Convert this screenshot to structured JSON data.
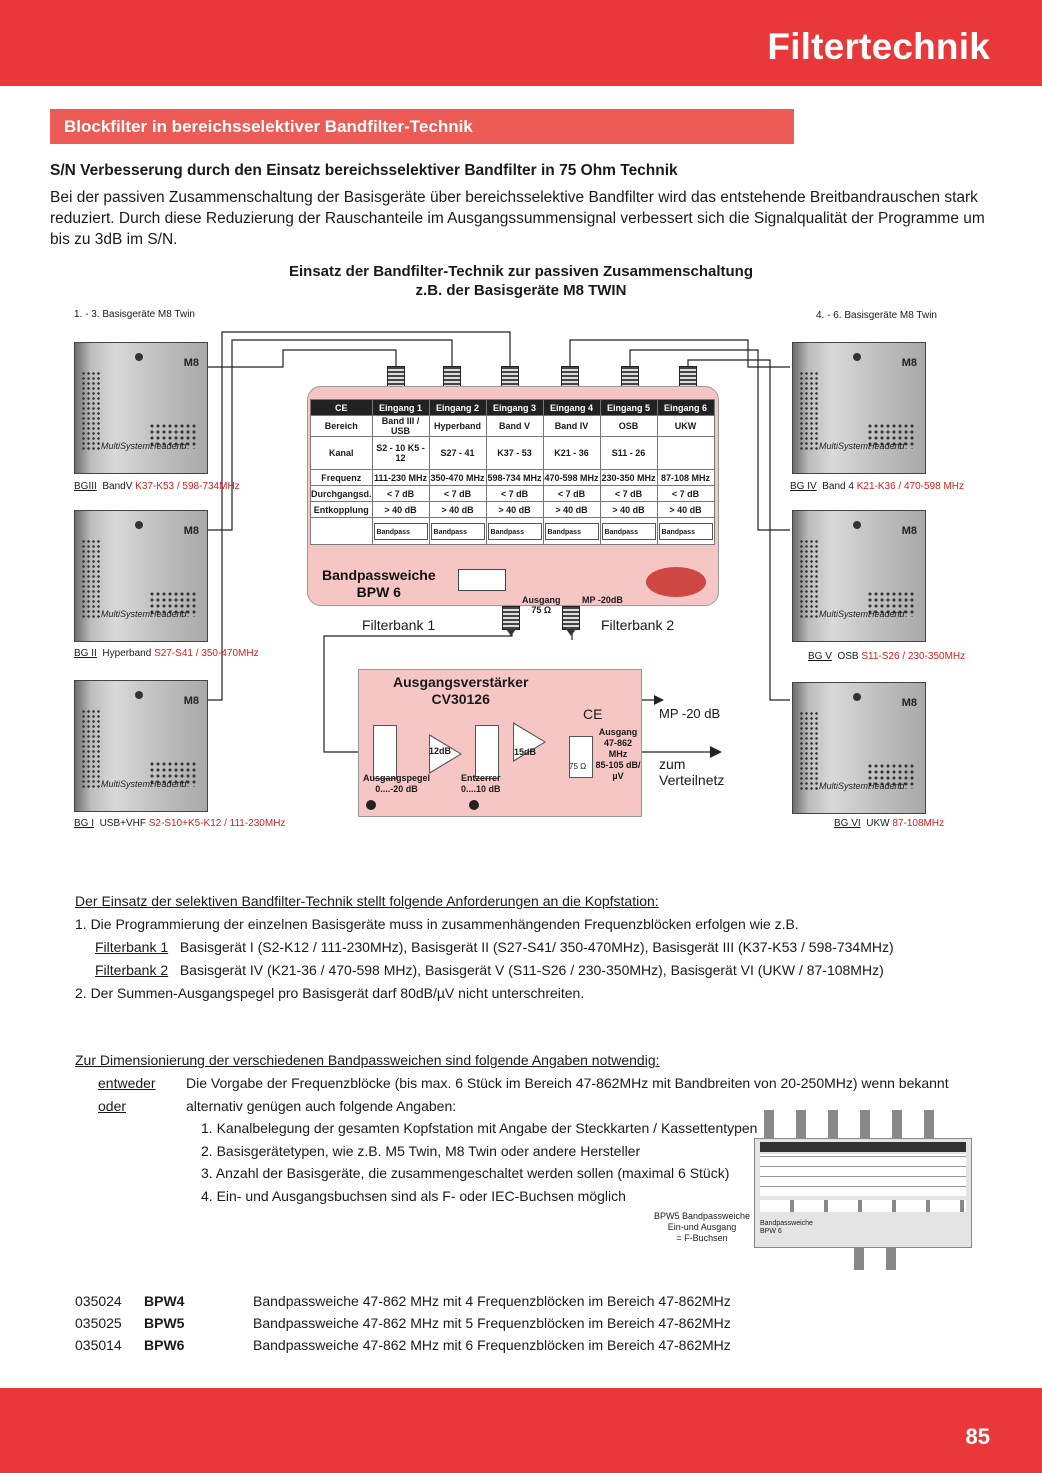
{
  "header": {
    "title": "Filtertechnik"
  },
  "section": {
    "title": "Blockfilter in bereichsselektiver Bandfilter-Technik",
    "heading": "S/N Verbesserung durch den Einsatz bereichsselektiver Bandfilter in 75 Ohm Technik",
    "text": "Bei der passiven Zusammenschaltung der Basisgeräte über bereichsselektive Bandfilter wird das entstehende Breitbandrauschen stark reduziert. Durch diese Reduzierung der Rauschanteile im Ausgangssummensignal verbessert sich die Signalqualität der Programme um bis zu 3dB im S/N."
  },
  "diagram": {
    "title1": "Einsatz der Bandfilter-Technik zur passiven Zusammenschaltung",
    "title2": "z.B. der Basisgeräte M8 TWIN",
    "left_caption": "1. - 3. Basisgeräte M8 Twin",
    "right_caption": "4. - 6. Basisgeräte M8 Twin",
    "device_brand": "M8",
    "device_sig": "MultiSystemHeadend",
    "devices_left": [
      {
        "code": "BGIII",
        "band": "BandV",
        "range": "K37-K53 / 598-734MHz"
      },
      {
        "code": "BG II",
        "band": "Hyperband",
        "range": "S27-S41 / 350-470MHz"
      },
      {
        "code": "BG I",
        "band": "USB+VHF",
        "range": "S2-S10+K5-K12 / 111-230MHz"
      }
    ],
    "devices_right": [
      {
        "code": "BG IV",
        "band": "Band 4",
        "range": "K21-K36 / 470-598 MHz"
      },
      {
        "code": "BG V",
        "band": "OSB",
        "range": "S11-S26 / 230-350MHz"
      },
      {
        "code": "BG VI",
        "band": "UKW",
        "range": "87-108MHz"
      }
    ],
    "table": {
      "ce": "CE",
      "inputs": [
        "Eingang 1",
        "Eingang 2",
        "Eingang 3",
        "Eingang 4",
        "Eingang 5",
        "Eingang 6"
      ],
      "bereich_label": "Bereich",
      "bereich": [
        "Band III / USB",
        "Hyperband",
        "Band V",
        "Band IV",
        "OSB",
        "UKW"
      ],
      "kanal_label": "Kanal",
      "kanal": [
        "S2 - 10 K5 - 12",
        "S27 - 41",
        "K37 - 53",
        "K21 - 36",
        "S11 - 26",
        ""
      ],
      "frequenz_label": "Frequenz",
      "frequenz": [
        "111-230 MHz",
        "350-470 MHz",
        "598-734 MHz",
        "470-598 MHz",
        "230-350 MHz",
        "87-108 MHz"
      ],
      "durch_label": "Durchgangsd.",
      "durch": [
        "< 7 dB",
        "< 7 dB",
        "< 7 dB",
        "< 7 dB",
        "< 7 dB",
        "< 7 dB"
      ],
      "entk_label": "Entkopplung",
      "entk": [
        "> 40 dB",
        "> 40 dB",
        "> 40 dB",
        "> 40 dB",
        "> 40 dB",
        "> 40 dB"
      ],
      "bandpass": "Bandpass"
    },
    "bpw_name1": "Bandpassweiche",
    "bpw_name2": "BPW 6",
    "bpw_ausgang1": "Ausgang",
    "bpw_ausgang2": "75 Ω",
    "bpw_mp": "MP -20dB",
    "filterbank1": "Filterbank 1",
    "filterbank2": "Filterbank 2",
    "amp": {
      "title1": "Ausgangsverstärker",
      "title2": "CV30126",
      "pegel1": "Ausgangspegel",
      "pegel2": "0....-20 dB",
      "entzerrer1": "Entzerrer",
      "entzerrer2": "0....10 dB",
      "gain1": "12dB",
      "gain2": "15dB",
      "ce": "CE",
      "ausgang": "Ausgang",
      "freq": "47-862 MHz",
      "level": "85-105 dB/µV",
      "ohm": "75 Ω"
    },
    "mp_out": "MP -20 dB",
    "zum1": "zum",
    "zum2": "Verteilnetz"
  },
  "requirements": {
    "heading": "Der Einsatz der selektiven Bandfilter-Technik stellt folgende Anforderungen an die Kopfstation:",
    "item1": "1.  Die Programmierung der einzelnen Basisgeräte muss in zusammenhängenden Frequenzblöcken erfolgen wie z.B.",
    "fb1_label": "Filterbank 1",
    "fb1_text": "Basisgerät I (S2-K12 / 111-230MHz), Basisgerät II (S27-S41/ 350-470MHz), Basisgerät III (K37-K53 / 598-734MHz)",
    "fb2_label": "Filterbank 2",
    "fb2_text": "Basisgerät IV (K21-36 / 470-598 MHz), Basisgerät V (S11-S26 / 230-350MHz), Basisgerät VI (UKW / 87-108MHz)",
    "item2": "2.  Der Summen-Ausgangspegel pro Basisgerät darf 80dB/µV nicht unterschreiten."
  },
  "dimension": {
    "heading": "Zur Dimensionierung der verschiedenen Bandpassweichen sind folgende Angaben notwendig:",
    "entweder_label": "entweder",
    "entweder_text": "Die Vorgabe der Frequenzblöcke (bis max. 6 Stück im Bereich 47-862MHz mit Bandbreiten von 20-250MHz) wenn bekannt",
    "oder_label": "oder",
    "oder_text": "alternativ genügen auch folgende Angaben:",
    "items": [
      "1.  Kanalbelegung der gesamten Kopfstation mit Angabe der Steckkarten / Kassettentypen",
      "2.  Basisgerätetypen, wie z.B. M5 Twin, M8 Twin oder andere Hersteller",
      "3.  Anzahl der Basisgeräte, die zusammengeschaltet werden sollen (maximal 6 Stück)",
      "4.  Ein- und Ausgangsbuchsen sind als F- oder IEC-Buchsen möglich"
    ],
    "thumb_caption1": "BPW5 Bandpassweiche",
    "thumb_caption2": "Ein-und Ausgang",
    "thumb_caption3": "= F-Buchsen",
    "thumb_name1": "Bandpassweiche",
    "thumb_name2": "BPW 6"
  },
  "products": [
    {
      "code": "035024",
      "name": "BPW4",
      "desc": "Bandpassweiche 47-862 MHz mit 4 Frequenzblöcken im Bereich 47-862MHz"
    },
    {
      "code": "035025",
      "name": "BPW5",
      "desc": "Bandpassweiche 47-862 MHz mit 5 Frequenzblöcken im Bereich 47-862MHz"
    },
    {
      "code": "035014",
      "name": "BPW6",
      "desc": "Bandpassweiche 47-862 MHz mit 6 Frequenzblöcken im Bereich 47-862MHz"
    }
  ],
  "footer": {
    "page": "85"
  },
  "colors": {
    "brand_red": "#e8383a",
    "section_red": "#ec5b55",
    "box_pink": "#f6c6c4",
    "caption_red": "#d02020"
  }
}
